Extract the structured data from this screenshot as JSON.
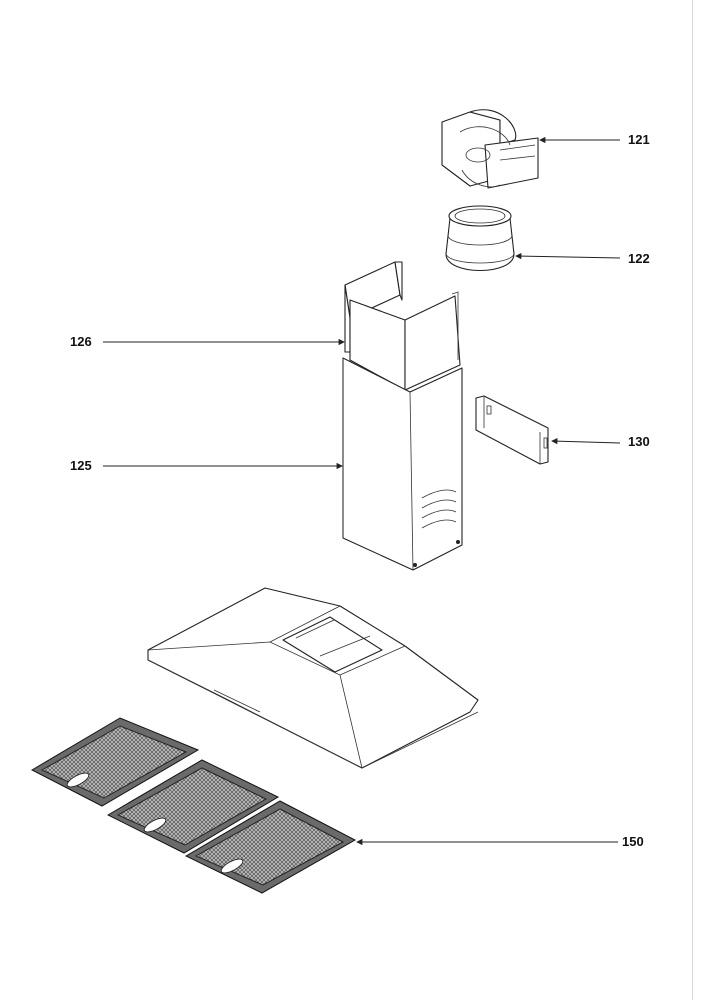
{
  "labels": {
    "p121": "121",
    "p122": "122",
    "p126": "126",
    "p130": "130",
    "p125": "125",
    "p150": "150"
  }
}
